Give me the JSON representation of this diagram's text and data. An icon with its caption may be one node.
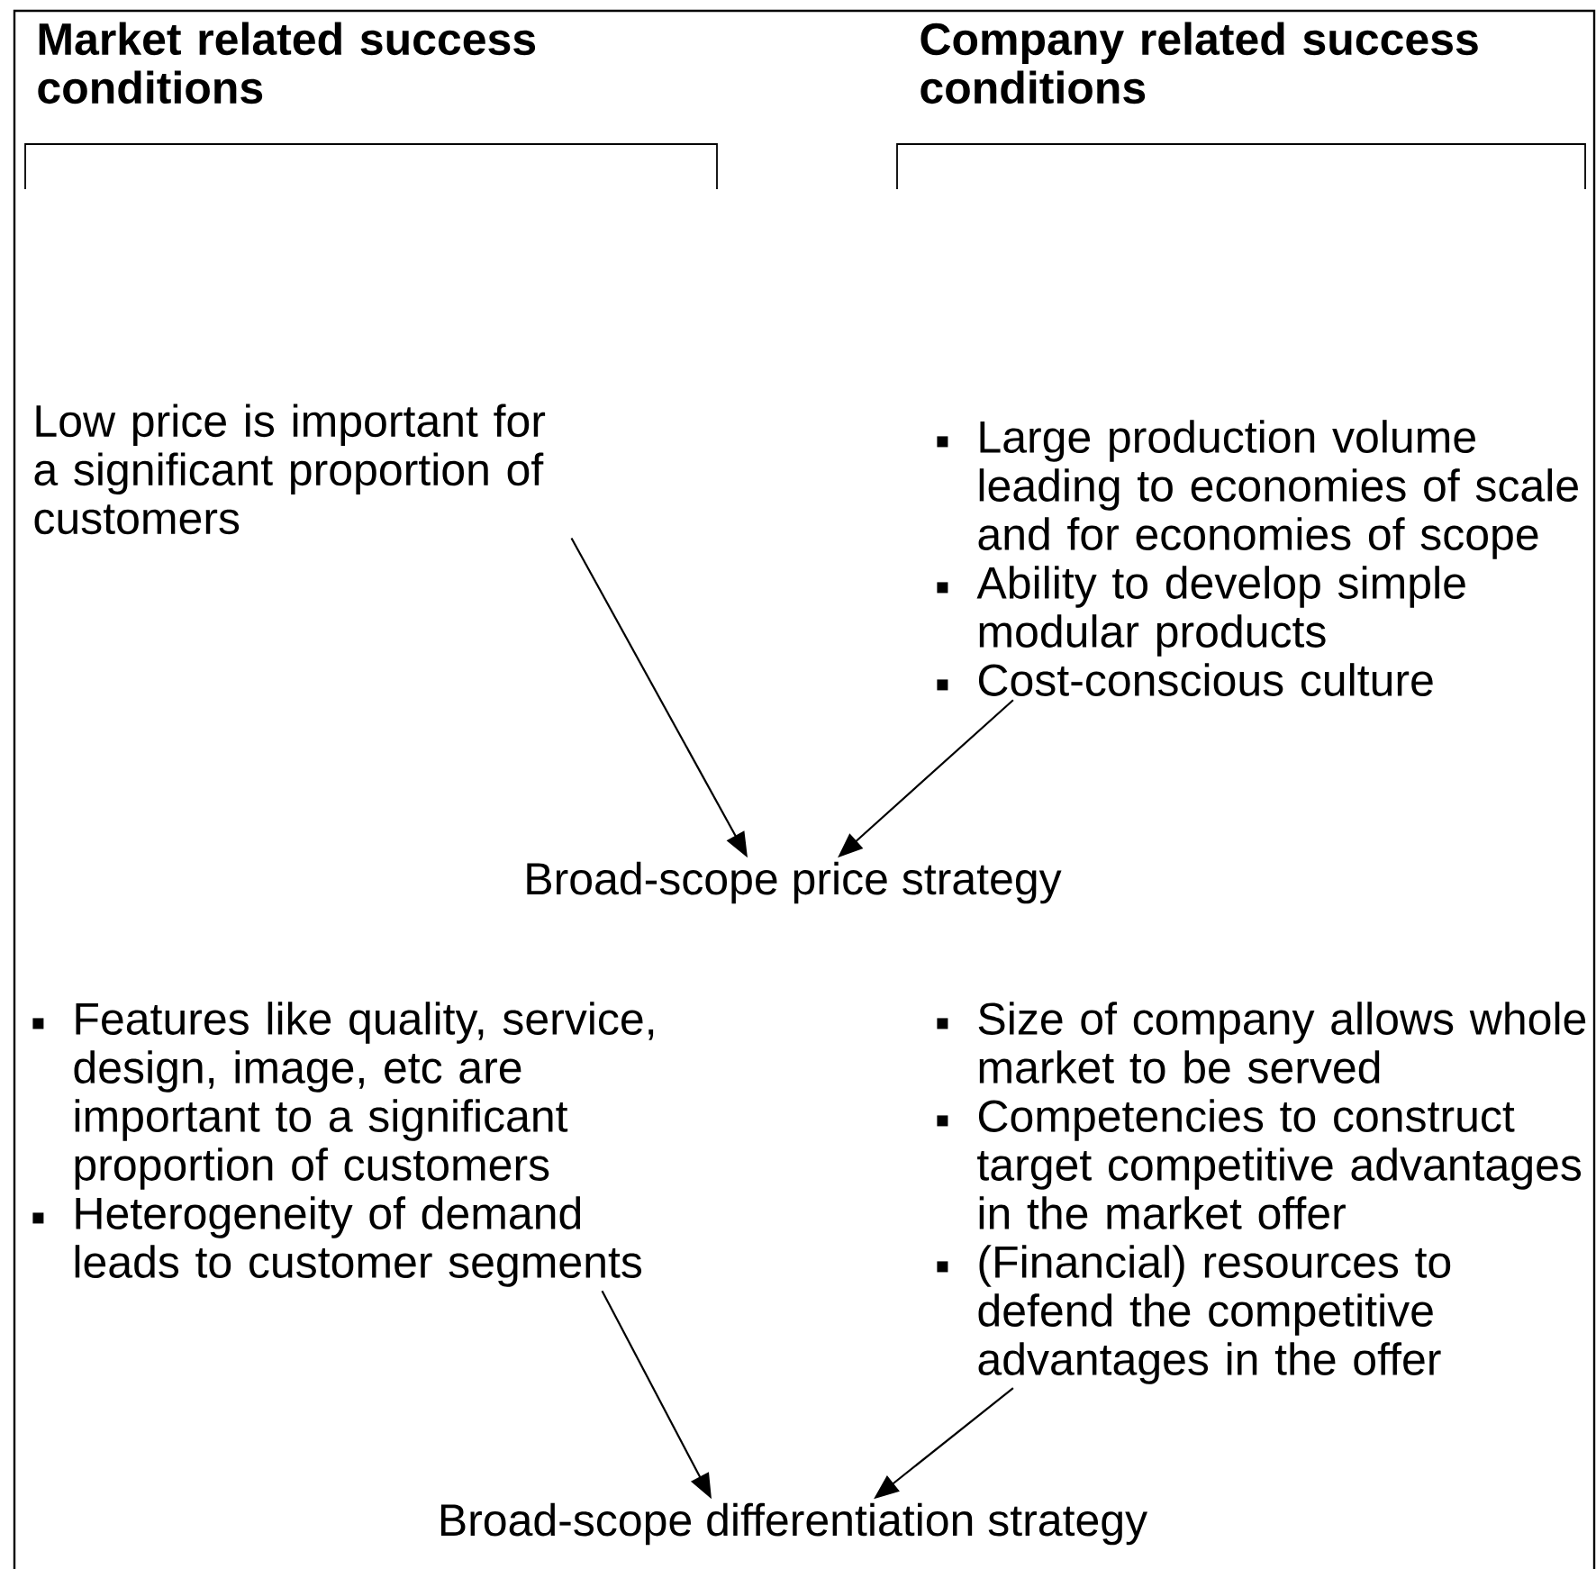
{
  "diagram": {
    "nodes": [
      {
        "text": [
          "Low price is important for a significant proportion of customers"
        ]
      },
      {
        "text": [
          "Large production volume leading to economies of scale and for economies of scope",
          "Ability to develop simple modular products",
          "Cost-conscious culture"
        ]
      },
      {
        "text": [
          "Broad-scope price strategy"
        ]
      },
      {
        "text": [
          "Features like quality, service, design, image, etc are important to a significant proportion of customers",
          "Heterogeneity of demand leads to customer segments"
        ]
      },
      {
        "text": [
          "Size of company allows whole market to be served",
          "Competencies to construct target competitive advantages in the market offer",
          "(Financial) resources to defend the competitive advantages in the offer"
        ]
      },
      {
        "text": [
          "Broad-scope differentiation strategy"
        ]
      }
    ],
    "edges": [
      {
        "from": 0,
        "to": 2,
        "arrow": "to"
      },
      {
        "from": 1,
        "to": 2,
        "arrow": "to"
      },
      {
        "from": 3,
        "to": 5,
        "arrow": "to"
      },
      {
        "from": 4,
        "to": 5,
        "arrow": "to"
      }
    ],
    "labels": [
      "Market related success conditions",
      "Company related success conditions"
    ]
  }
}
